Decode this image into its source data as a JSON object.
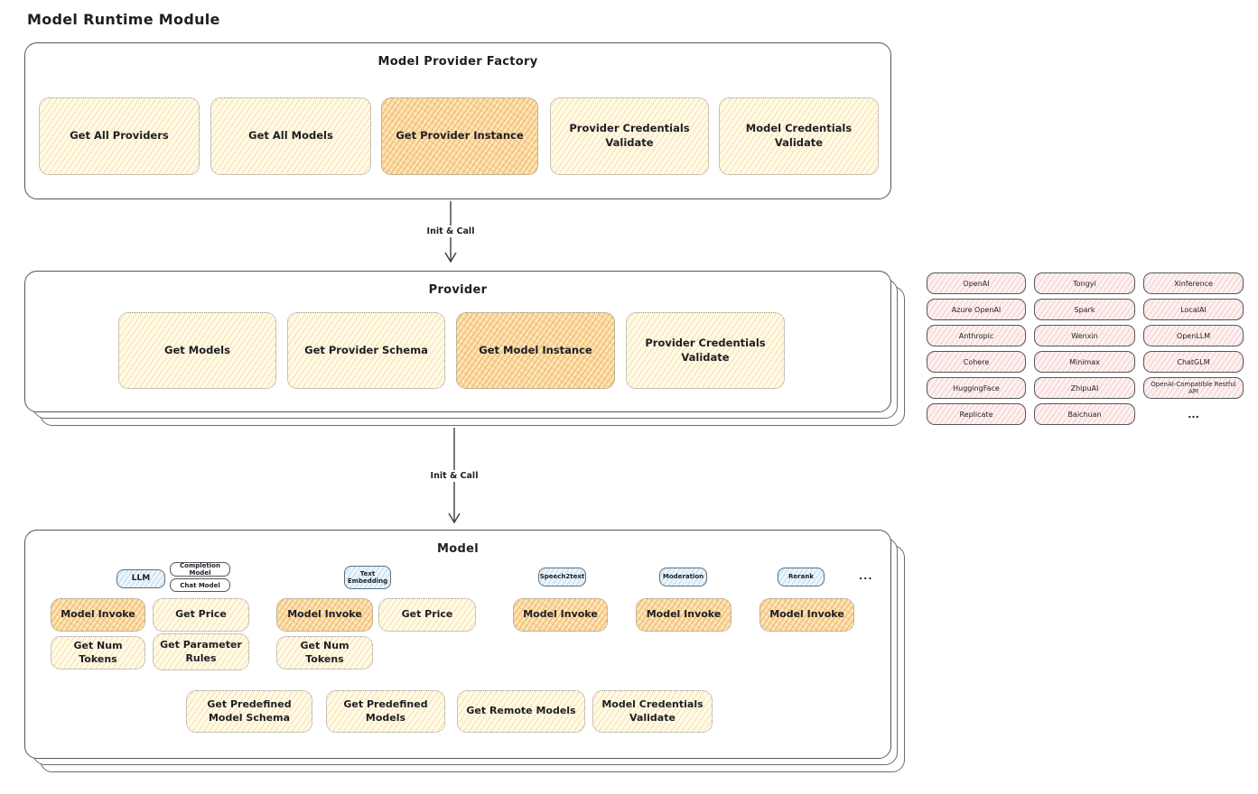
{
  "page_title": "Model Runtime Module",
  "arrows": {
    "init_call_1": "Init & Call",
    "init_call_2": "Init & Call"
  },
  "factory": {
    "title": "Model Provider Factory",
    "buttons": [
      {
        "label": "Get All Providers",
        "highlighted": false
      },
      {
        "label": "Get All Models",
        "highlighted": false
      },
      {
        "label": "Get Provider Instance",
        "highlighted": true
      },
      {
        "label": "Provider Credentials Validate",
        "highlighted": false
      },
      {
        "label": "Model Credentials Validate",
        "highlighted": false
      }
    ]
  },
  "provider": {
    "title": "Provider",
    "buttons": [
      {
        "label": "Get Models",
        "highlighted": false
      },
      {
        "label": "Get Provider Schema",
        "highlighted": false
      },
      {
        "label": "Get Model Instance",
        "highlighted": true
      },
      {
        "label": "Provider Credentials Validate",
        "highlighted": false
      }
    ]
  },
  "provider_list": {
    "columns": [
      [
        "OpenAI",
        "Azure OpenAI",
        "Anthropic",
        "Cohere",
        "HuggingFace",
        "Replicate"
      ],
      [
        "Tongyi",
        "Spark",
        "Wenxin",
        "Minimax",
        "ZhipuAI",
        "Baichuan"
      ],
      [
        "Xinference",
        "LocalAI",
        "OpenLLM",
        "ChatGLM",
        "OpenAI-Compatible Restful API"
      ]
    ],
    "more": "..."
  },
  "model": {
    "title": "Model",
    "tags": {
      "llm": "LLM",
      "completion_model": "Completion Model",
      "chat_model": "Chat Model",
      "text_embedding": "Text Embedding",
      "speech2text": "Speech2text",
      "moderation": "Moderation",
      "rerank": "Rerank",
      "more": "..."
    },
    "buttons": {
      "llm_invoke": "Model Invoke",
      "llm_get_price": "Get Price",
      "llm_get_num_tokens": "Get Num Tokens",
      "llm_get_parameter_rules": "Get Parameter Rules",
      "embedding_invoke": "Model Invoke",
      "embedding_get_price": "Get Price",
      "embedding_get_num_tokens": "Get Num Tokens",
      "speech2text_invoke": "Model Invoke",
      "moderation_invoke": "Model Invoke",
      "rerank_invoke": "Model Invoke",
      "get_predefined_model_schema": "Get Predefined Model Schema",
      "get_predefined_models": "Get Predefined Models",
      "get_remote_models": "Get Remote Models",
      "model_credentials_validate": "Model Credentials Validate"
    }
  },
  "colors": {
    "button_yellow_bg": "#fffbea",
    "button_orange_bg": "#fbe7c0",
    "provider_pill_pink_bg": "#fdf2f1",
    "type_tag_blue_bg": "#edf6fd",
    "box_border_gray": "#55555e"
  }
}
